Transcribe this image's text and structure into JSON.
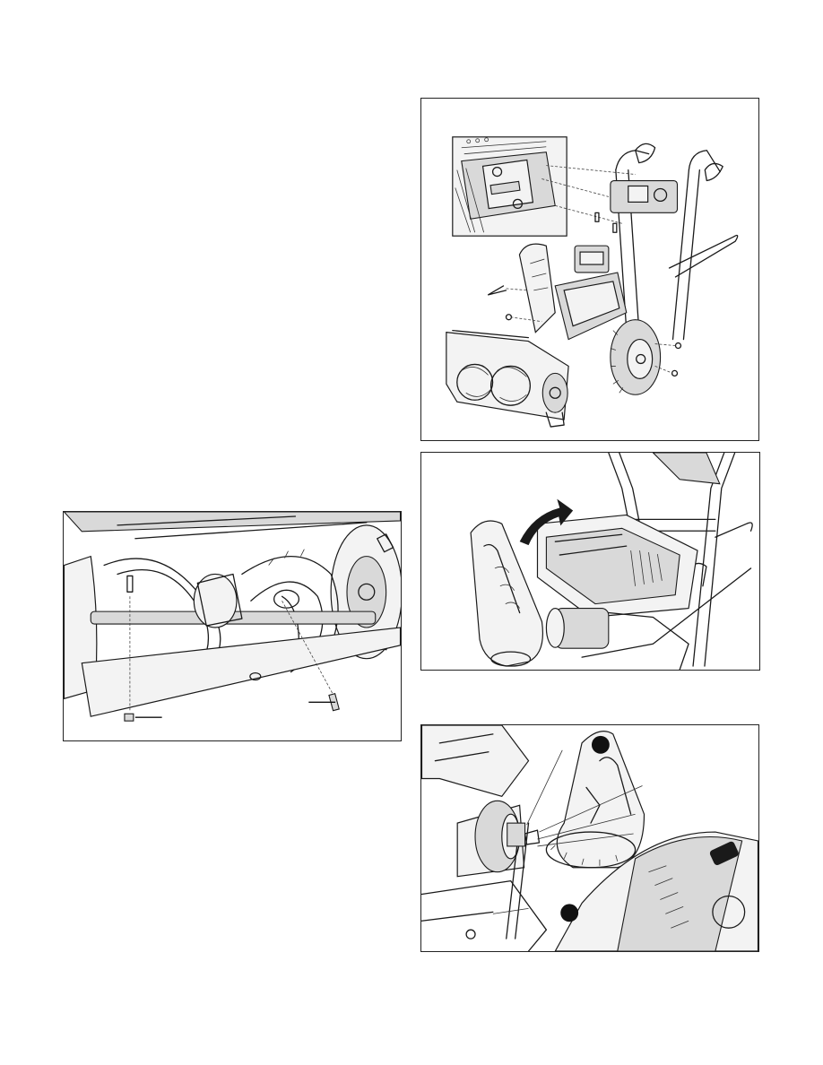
{
  "page": {
    "figures": [
      {
        "id": "assembly",
        "description": ""
      },
      {
        "id": "chute-lift",
        "description": ""
      },
      {
        "id": "auger",
        "description": ""
      },
      {
        "id": "chute-detail",
        "description": ""
      }
    ]
  },
  "icons": {
    "rotate_arrow": "curved-arrow-icon",
    "callout_marker": "callout-dot-icon"
  },
  "colors": {
    "line": "#1a1a1a",
    "background": "#ffffff"
  }
}
